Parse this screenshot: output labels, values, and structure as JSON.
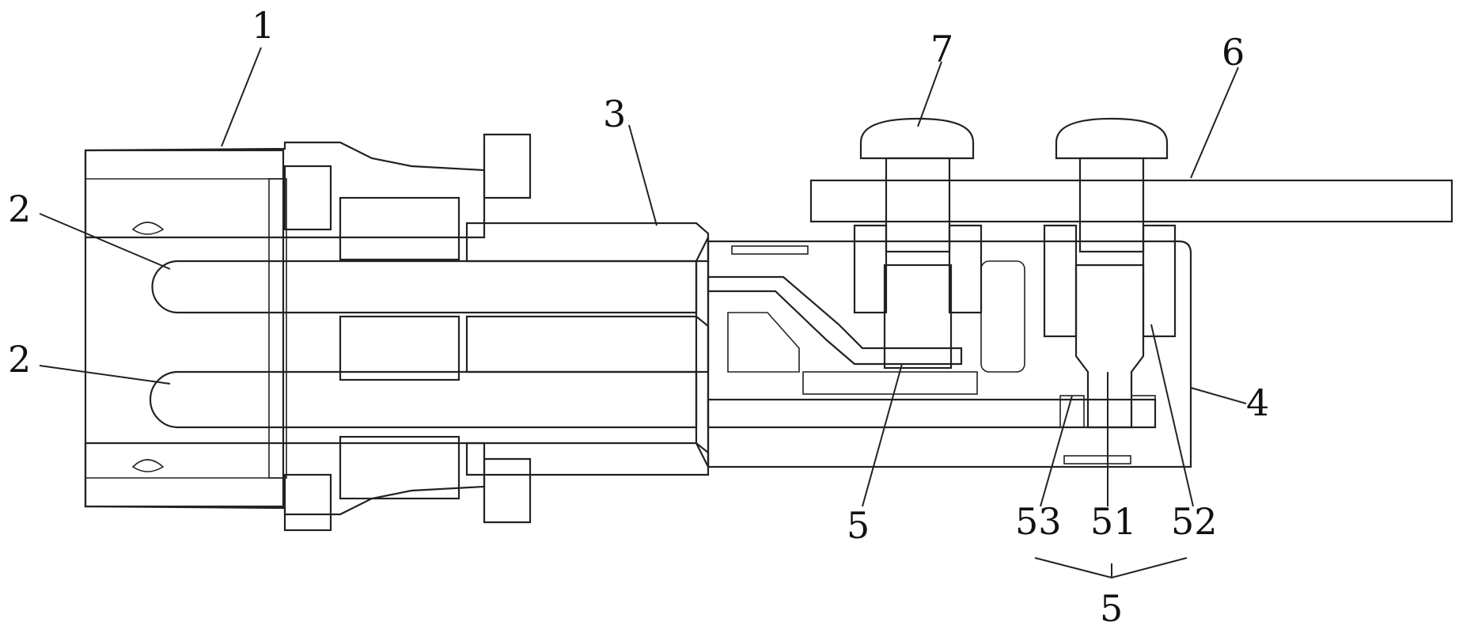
{
  "labels": {
    "housing": "1",
    "pin_upper": "2",
    "pin_lower": "2",
    "insulator": "3",
    "base": "4",
    "terminal": "5",
    "terminal_group": "5",
    "terminal_screw": "51",
    "terminal_sleeve": "52",
    "terminal_washer": "53",
    "plate": "6",
    "screw": "7"
  },
  "colors": {
    "line": "#222222",
    "background": "#ffffff"
  }
}
